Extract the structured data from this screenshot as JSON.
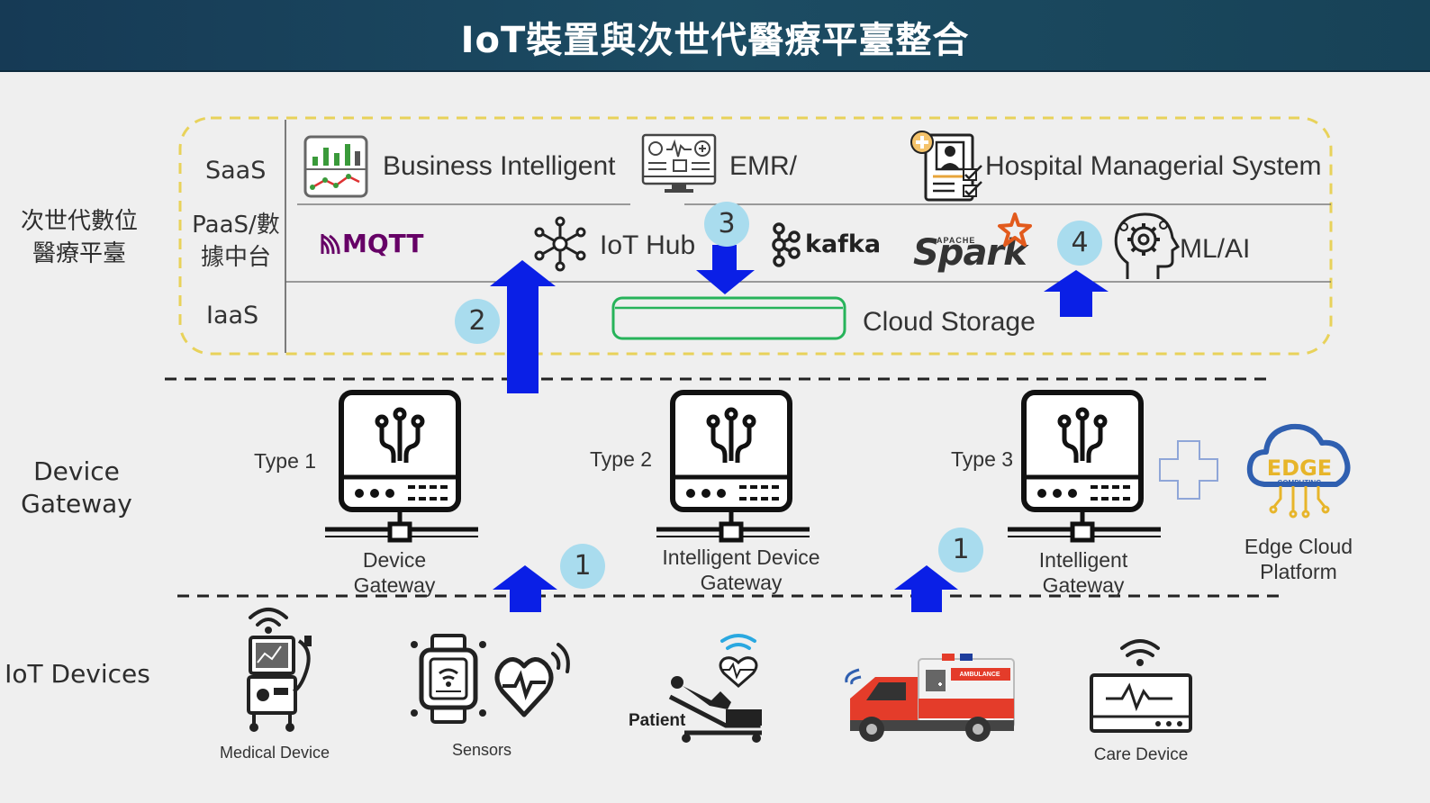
{
  "title": "IoT裝置與次世代醫療平臺整合",
  "left_labels": {
    "platform": [
      "次世代數位",
      "醫療平臺"
    ],
    "gateway": [
      "Device",
      "Gateway"
    ],
    "devices": "IoT Devices"
  },
  "platform": {
    "saas": "SaaS",
    "paas": [
      "PaaS/數",
      "據中台"
    ],
    "iaas": "IaaS",
    "services": {
      "bi": "Business Intelligent",
      "emr": "EMR/",
      "hms": "Hospital Managerial System",
      "mqtt": "MQTT",
      "iothub": "IoT Hub",
      "kafka": "kafka",
      "spark_small": "APACHE",
      "spark": "Spark",
      "mlai": "ML/AI",
      "storage": "Cloud Storage"
    }
  },
  "steps": {
    "s1a": "1",
    "s1b": "1",
    "s2": "2",
    "s3": "3",
    "s4": "4"
  },
  "gateways": {
    "type1": "Type 1",
    "type2": "Type 2",
    "type3": "Type 3",
    "gw1": [
      "Device",
      "Gateway"
    ],
    "gw2": [
      "Intelligent Device",
      "Gateway"
    ],
    "gw3": [
      "Intelligent",
      "Gateway"
    ],
    "edge_logo": "EDGE",
    "edge_logo_small": "COMPUTING",
    "edge": [
      "Edge Cloud",
      "Platform"
    ]
  },
  "devices": {
    "medical": "Medical Device",
    "sensors": "Sensors",
    "patient": "Patient",
    "ambulance": "AMBULANCE",
    "care": "Care Device"
  },
  "colors": {
    "title_bg": "#1c4c63",
    "arrow": "#0a1fe6",
    "badge": "#a9dcee",
    "dash_box": "#e8d25a",
    "storage": "#27b35a",
    "mqtt": "#660066",
    "edge_blue": "#2f5fb0",
    "edge_gold": "#e7b52a",
    "ambulance_red": "#e43c2a"
  },
  "icons": [
    "bar-chart-icon",
    "emr-monitor-icon",
    "doctor-document-icon",
    "hub-icon",
    "kafka-icon",
    "ml-brain-icon",
    "gateway-server-icon",
    "cross-icon",
    "cloud-edge-icon",
    "wifi-icon",
    "medical-cart-icon",
    "smartwatch-icon",
    "heart-icon",
    "patient-bed-icon",
    "ambulance-icon",
    "care-monitor-icon"
  ]
}
